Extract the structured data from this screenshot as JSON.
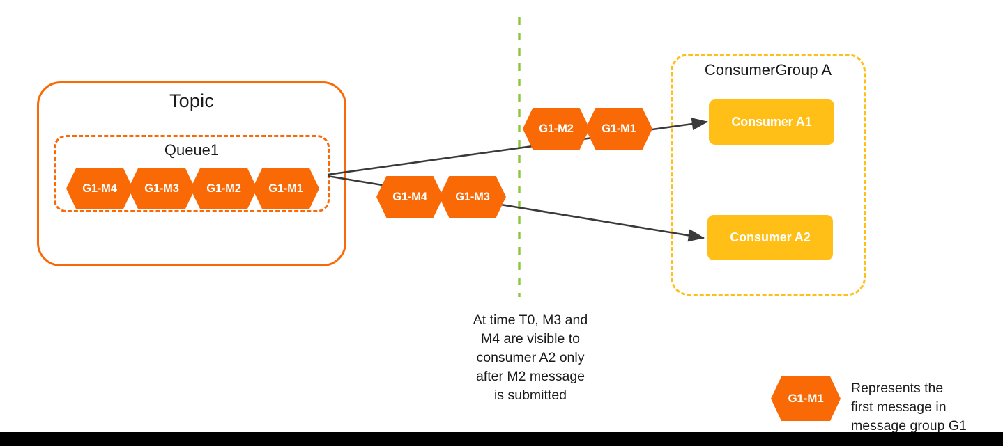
{
  "diagram": {
    "title": "Topic",
    "background": "#ffffff",
    "colors": {
      "message_orange": "#F96A06",
      "consumer_amber": "#FFBF17",
      "timeline_green": "#8CC63E",
      "arrow_gray": "#3A3A3A",
      "text_dark": "#1a1a1a",
      "bottom_bar": "#000000"
    }
  },
  "topic": {
    "label": "Topic",
    "queue": {
      "label": "Queue1",
      "messages": [
        {
          "label": "G1-M4"
        },
        {
          "label": "G1-M3"
        },
        {
          "label": "G1-M2"
        },
        {
          "label": "G1-M1"
        }
      ]
    }
  },
  "in_flight": {
    "upper_lane": [
      {
        "label": "G1-M2"
      },
      {
        "label": "G1-M1"
      }
    ],
    "lower_lane": [
      {
        "label": "G1-M4"
      },
      {
        "label": "G1-M3"
      }
    ]
  },
  "timeline": {
    "name": "T0 boundary",
    "style": "dashed-vertical"
  },
  "consumer_group": {
    "label": "ConsumerGroup A",
    "consumers": [
      {
        "label": "Consumer A1"
      },
      {
        "label": "Consumer A2"
      }
    ]
  },
  "caption": {
    "lines": [
      "At time T0, M3 and",
      "M4 are visible to",
      "consumer A2 only",
      "after M2 message",
      "is submitted"
    ]
  },
  "legend": {
    "sample_label": "G1-M1",
    "description_lines": [
      "Represents the",
      "first message in",
      "message group G1"
    ]
  }
}
